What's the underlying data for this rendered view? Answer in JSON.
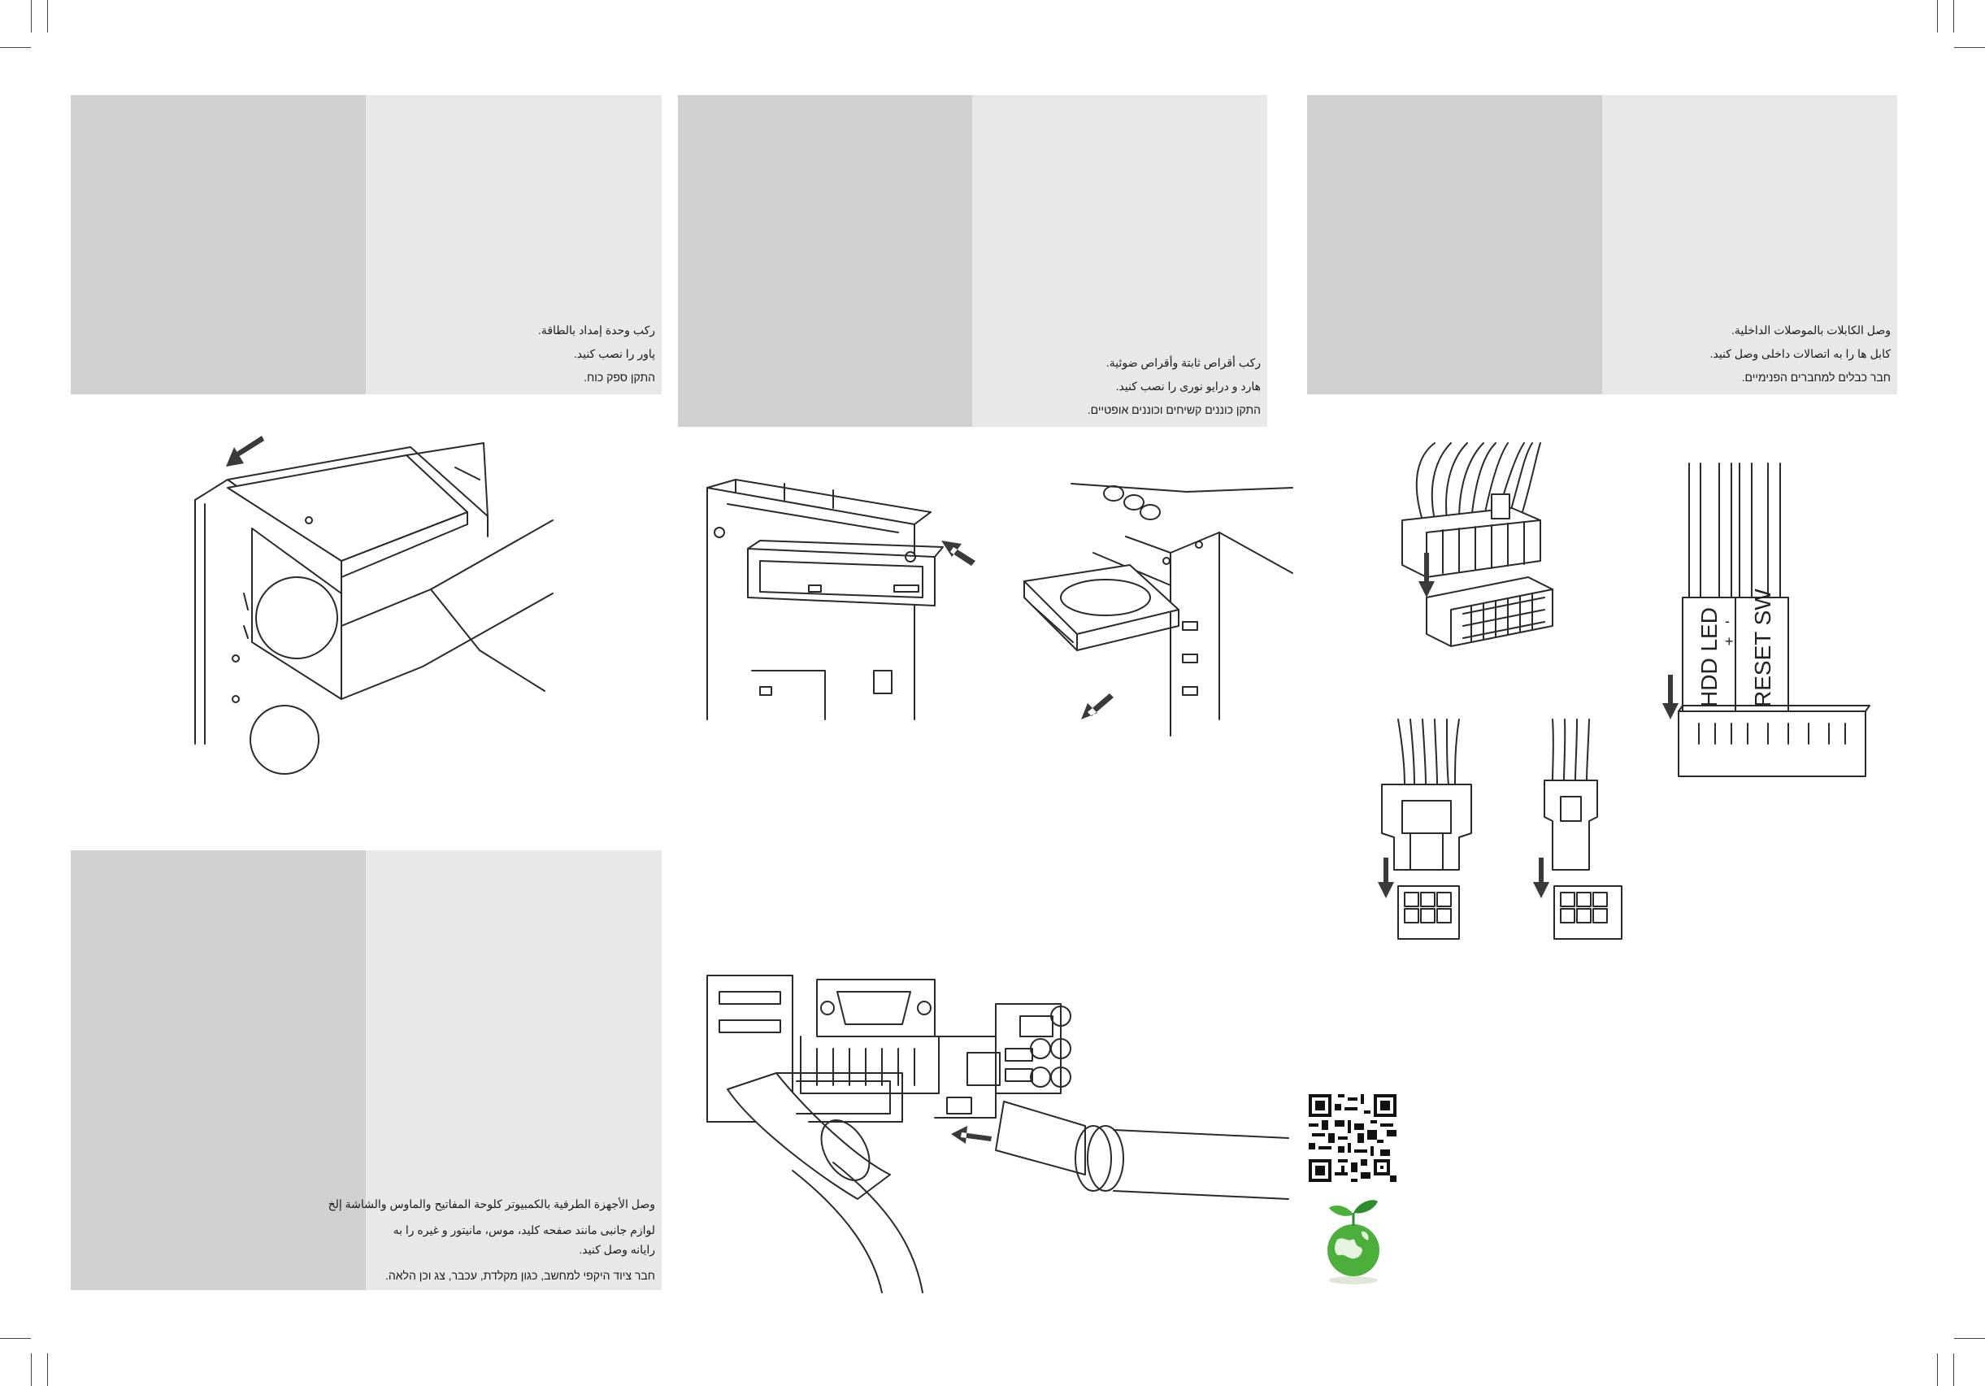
{
  "panels": {
    "psu": {
      "lines": [
        "ركب وحدة إمداد بالطاقة.",
        "پاور را نصب کنید.",
        "התקן ספק כוח."
      ]
    },
    "drives": {
      "lines": [
        "ركب أقراص ثابتة وأقراص ضوئية.",
        "هارد و درایو نوری را نصب کنید.",
        "התקן כוננים קשיחים וכוננים אופטיים."
      ]
    },
    "cables": {
      "lines": [
        "وصل الكابلات بالموصلات الداخلية.",
        "کابل ها را به اتصالات داخلی وصل کنید.",
        "חבר כבלים למחברים הפנימיים."
      ]
    },
    "peripherals": {
      "lines": [
        "وصل الأجهزة الطرفية بالكمبيوتر كلوحة المفاتيح والماوس والشاشة إلخ",
        "لوازم جانبی مانند صفحه کلید، موس، مانیتور و غیره را به",
        "رایانه وصل کنید.",
        "חבר ציוד היקפי למחשב, כגון מקלדת, עכבר, צג וכן הלאה."
      ]
    }
  },
  "illustrations": {
    "front_panel_connector": {
      "labels": [
        "HDD LED",
        "RESET SW",
        "-",
        "+"
      ]
    },
    "qr_code": {
      "icon": "qr-code-icon"
    },
    "eco_logo": {
      "icon": "eco-globe-plant-icon",
      "colors": {
        "green": "#4caf3c",
        "dark_green": "#2e8b2e"
      }
    }
  }
}
